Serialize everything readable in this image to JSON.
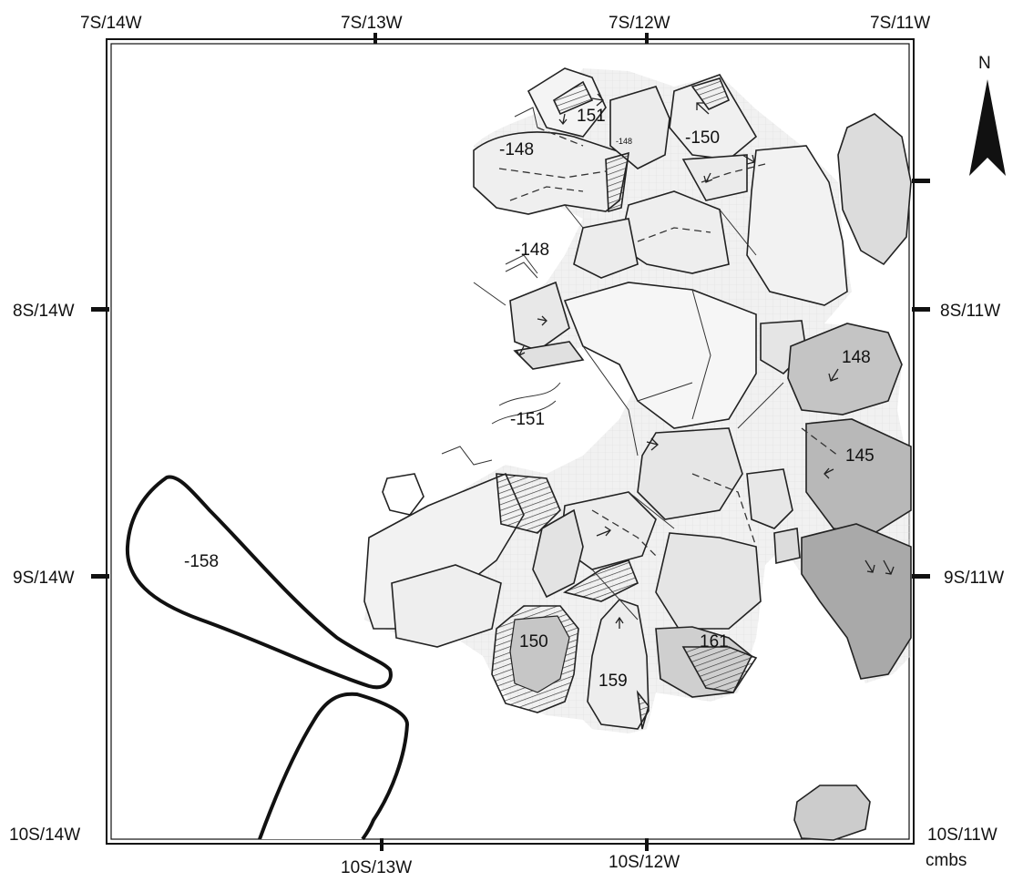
{
  "map": {
    "north_label": "N",
    "units_label": "cmbs",
    "grid_labels": {
      "top": [
        "7S/14W",
        "7S/13W",
        "7S/12W",
        "7S/11W"
      ],
      "left_mid_1": "8S/14W",
      "right_mid_1": "8S/11W",
      "left_mid_2": "9S/14W",
      "right_mid_2": "9S/11W",
      "bottom_left": "10S/14W",
      "bottom_13": "10S/13W",
      "bottom_12": "10S/12W",
      "bottom_right": "10S/11W"
    },
    "elevations": {
      "e151_top": "151",
      "e148_nw": "-148",
      "e148_small": "-148",
      "e150_top": "-150",
      "e148_mid": "-148",
      "e151_mid": "-151",
      "e158": "-158",
      "e148_east": "148",
      "e145": "145",
      "e150_s": "150",
      "e159": "159",
      "e161": "161"
    }
  }
}
